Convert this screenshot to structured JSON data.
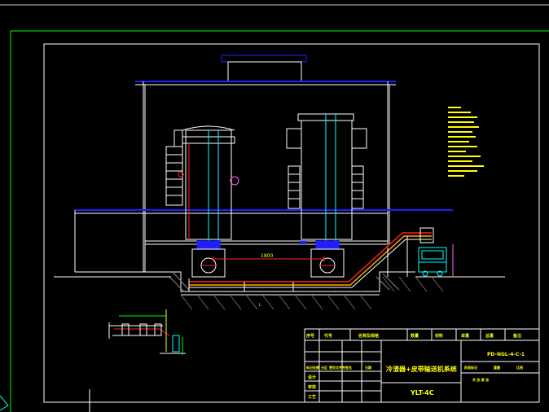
{
  "drawing": {
    "dimension_main": "1800",
    "dimension_small": "L"
  },
  "title_block": {
    "system_title": "冷渣器+皮带输送机系统",
    "drawing_code": "YLT-4C",
    "drawing_number": "PD-NGL-4-C-1",
    "left_col_headers": [
      "标记",
      "处数",
      "分区",
      "更改文件号",
      "签名",
      "日期"
    ],
    "header_cells": [
      "序号",
      "代号",
      "名称及规格",
      "数量",
      "材料",
      "单重",
      "总重",
      "备注"
    ],
    "role_labels": [
      "设计",
      "审核",
      "工艺"
    ],
    "stage_label": "阶段标记",
    "weight_label": "重量",
    "scale_label": "比例",
    "sheet_label": "共 张 第 张"
  },
  "colors": {
    "background": "#000000",
    "line_white": "#ffffff",
    "line_blue": "#1e1eff",
    "line_cyan": "#00ffff",
    "line_red": "#ff2020",
    "line_yellow": "#ffff00",
    "line_green": "#00ff00",
    "line_magenta": "#ff66ff"
  }
}
